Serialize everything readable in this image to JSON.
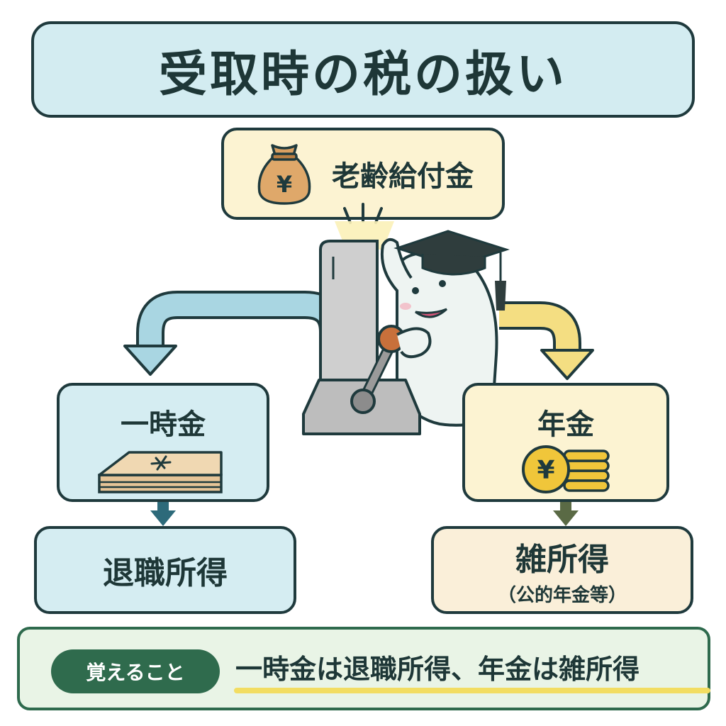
{
  "title": "受取時の税の扱い",
  "source": {
    "label": "老齢給付金",
    "icon": "money-bag-yen-icon",
    "icon_symbol": "¥"
  },
  "branches": {
    "lump_sum": {
      "label": "一時金",
      "icon": "cash-bundle-icon"
    },
    "pension": {
      "label": "年金",
      "icon": "yen-coins-icon",
      "icon_symbol": "¥"
    }
  },
  "results": {
    "lump_sum_tax": {
      "label": "退職所得"
    },
    "pension_tax": {
      "label": "雑所得",
      "sub": "（公的年金等）"
    }
  },
  "memo": {
    "badge": "覚えること",
    "text": "一時金は退職所得、年金は雑所得"
  },
  "colors": {
    "title_bg": "#d3ecf1",
    "lump_bg": "#d5edf2",
    "pension_bg": "#fcf3d2",
    "misc_bg": "#faefd9",
    "memo_bg": "#e9f4e6",
    "badge_bg": "#2f6b4d",
    "blue_arrow": "#a9d6e2",
    "yellow_arrow": "#f4de82",
    "outline": "#1f3a3d"
  }
}
